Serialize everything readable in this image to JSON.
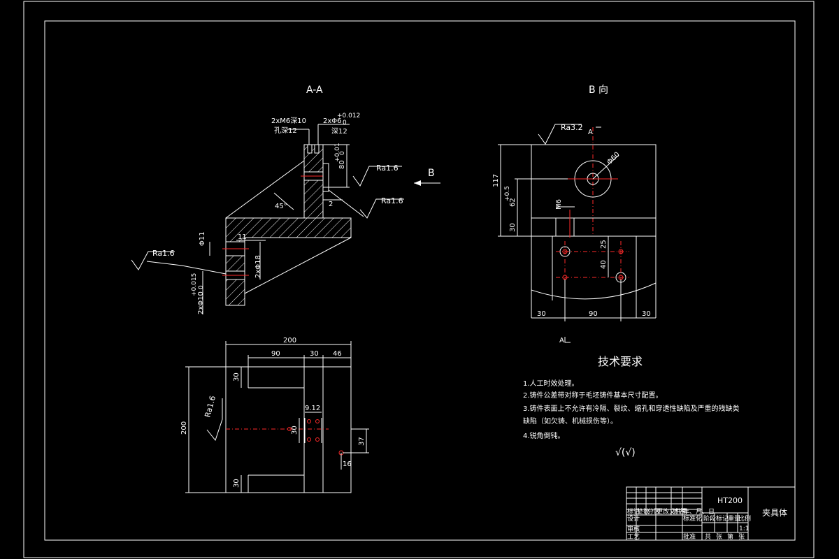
{
  "views": {
    "section": {
      "title": "A-A",
      "dims": {
        "thread_top": "2xM6深10",
        "hole_depth": "孔深12",
        "pin_hole": "2xΦ6",
        "pin_tol_upper": "+0.012",
        "pin_tol_lower": "0",
        "pin_depth": "深12",
        "height_80": "80",
        "tol_80_upper": "+0.01",
        "tol_80_lower": "0",
        "angle": "45°",
        "gap_2": "2",
        "dim_11": "11",
        "dia_11": "Φ11",
        "holes_18": "2xΦ18",
        "holes_10": "2xΦ10",
        "tol_10_upper": "+0.015",
        "tol_10_lower": "0"
      },
      "roughness": [
        "Ra1.6",
        "Ra1.6",
        "Ra1.6"
      ],
      "direction_label": "B"
    },
    "b_view": {
      "title": "B 向",
      "roughness": "Ra3.2",
      "dims": {
        "height_117": "117",
        "dia_60": "Φ60",
        "dim_62": "62",
        "tol_62": "+0.5",
        "thread_m6": "M6",
        "dim_30_side": "30",
        "dim_25": "25",
        "dim_40": "40",
        "dim_30_left": "30",
        "dim_90": "90",
        "dim_30_right": "30"
      },
      "section_mark_top": "A",
      "section_mark_bottom": "A"
    },
    "top_view": {
      "dims": {
        "width_200": "200",
        "dim_90": "90",
        "dim_30": "30",
        "dim_46": "46",
        "height_200": "200",
        "dim_30_top": "30",
        "dim_30_bottom": "30",
        "spacing_12": "9.12",
        "dim_30_mid": "30",
        "dim_37": "37",
        "dim_16": "16"
      },
      "roughness": "Ra1.6"
    }
  },
  "tech": {
    "title": "技术要求",
    "items": [
      "1.人工时效处理。",
      "2.铸件公差带对称于毛坯铸件基本尺寸配置。",
      "3.铸件表面上不允许有冷隔、裂纹、缩孔和穿透性缺陷及严重的残缺类",
      "缺陷（如欠铸、机械损伤等）。",
      "4.锐角倒钝。"
    ],
    "general_roughness": "√(√)"
  },
  "title_block": {
    "material": "HT200",
    "part_name": "夹具体",
    "row_labels": [
      "标记",
      "设计",
      "审核",
      "工艺"
    ],
    "header_cells": [
      "处数",
      "分区",
      "更改文件号",
      "签名",
      "年、月、日"
    ],
    "std_label": "标准化",
    "approve_label": "批准",
    "stage_labels": [
      "阶段标记",
      "重量",
      "比例"
    ],
    "scale": "1:1",
    "sheet_labels": [
      "共",
      "张",
      "第",
      "张"
    ]
  }
}
